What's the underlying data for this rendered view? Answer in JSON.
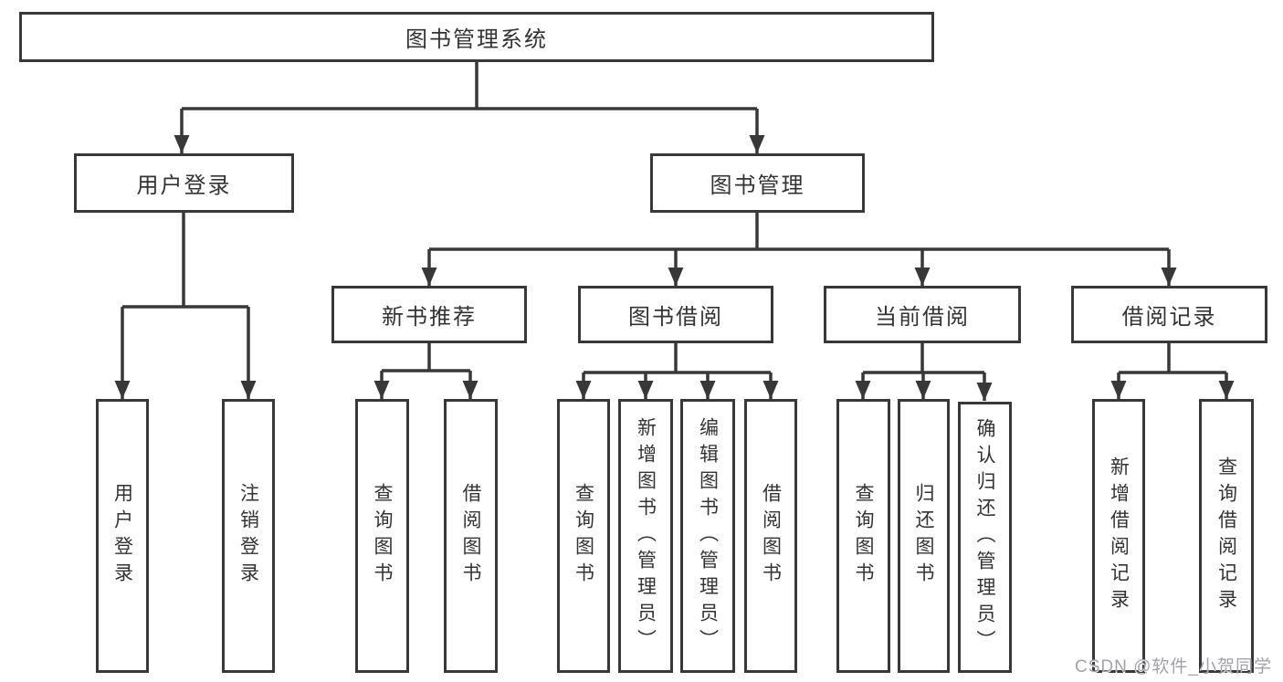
{
  "diagram": {
    "root": {
      "label": "图书管理系统"
    },
    "branches": [
      {
        "label": "用户登录",
        "children": [
          {
            "label": "用户登录"
          },
          {
            "label": "注销登录"
          }
        ]
      },
      {
        "label": "图书管理",
        "children": [
          {
            "label": "新书推荐",
            "children": [
              {
                "label": "查询图书"
              },
              {
                "label": "借阅图书"
              }
            ]
          },
          {
            "label": "图书借阅",
            "children": [
              {
                "label": "查询图书"
              },
              {
                "label": "新增图书（管理员）"
              },
              {
                "label": "编辑图书（管理员）"
              },
              {
                "label": "借阅图书"
              }
            ]
          },
          {
            "label": "当前借阅",
            "children": [
              {
                "label": "查询图书"
              },
              {
                "label": "归还图书"
              },
              {
                "label": "确认归还（管理员）"
              }
            ]
          },
          {
            "label": "借阅记录",
            "children": [
              {
                "label": "新增借阅记录"
              },
              {
                "label": "查询借阅记录"
              }
            ]
          }
        ]
      }
    ]
  },
  "watermark": {
    "text": "CSDN @软件_小贺同学"
  },
  "colors": {
    "line": "#383838",
    "text": "#333333",
    "box_bg": "#ffffff",
    "watermark": "#a1a1a8"
  }
}
